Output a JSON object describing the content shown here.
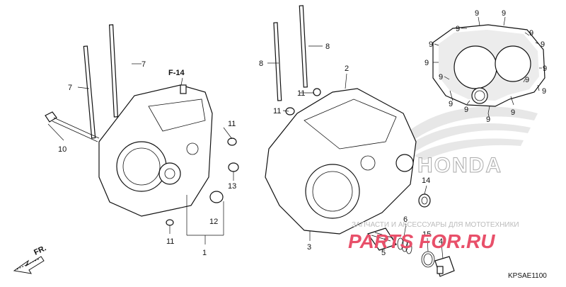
{
  "diagram": {
    "figure_ref": "F-14",
    "direction_label": "FR.",
    "diagram_code": "KPSAE1100",
    "brand_watermark": "HONDA",
    "watermark_text": "ЗАПЧАСТИ И АКСЕССУАРЫ ДЛЯ МОТОТЕХНИКИ",
    "watermark_site": "PARTS FOR.RU",
    "callouts": {
      "n1": "1",
      "n2": "2",
      "n3": "3",
      "n4": "4",
      "n5": "5",
      "n6": "6",
      "n7": "7",
      "n8": "8",
      "n9": "9",
      "n10": "10",
      "n11": "11",
      "n12": "12",
      "n13": "13",
      "n14": "14",
      "n15": "15"
    },
    "colors": {
      "ink": "#111111",
      "watermark_red": "#e8506a",
      "watermark_gray": "#bbbbbb"
    }
  }
}
